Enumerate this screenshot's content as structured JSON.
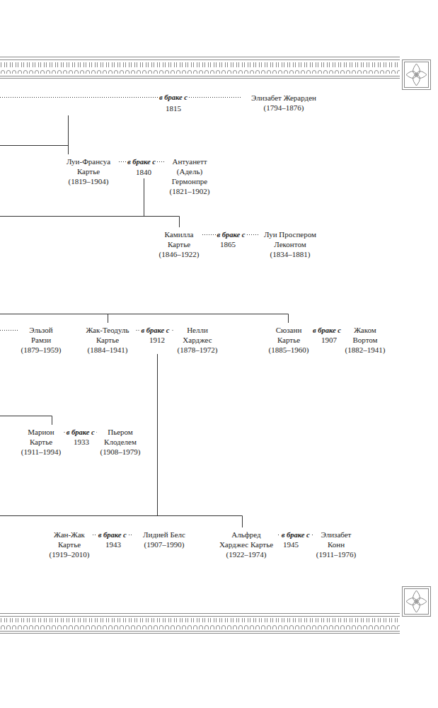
{
  "diagram": {
    "nodes": [
      {
        "text": [
          "Элизабет Жерарден",
          "(1794–1876)"
        ]
      },
      {
        "text": [
          "Луи-Франсуа Картье",
          "(1819–1904)"
        ]
      },
      {
        "text": [
          "Антуанетт (Адель) Гермонпре",
          "(1821–1902)"
        ]
      },
      {
        "text": [
          "Камилла Картье",
          "(1846–1922)"
        ]
      },
      {
        "text": [
          "Луи Проспером Леконтом",
          "(1834–1881)"
        ]
      },
      {
        "text": [
          "Эльзой Рамзи",
          "(1879–1959)"
        ]
      },
      {
        "text": [
          "Жак-Теодуль Картье",
          "(1884–1941)"
        ]
      },
      {
        "text": [
          "Нелли Харджес",
          "(1878–1972)"
        ]
      },
      {
        "text": [
          "Сюзанн Картье",
          "(1885–1960)"
        ]
      },
      {
        "text": [
          "Жаком Вортом",
          "(1882–1941)"
        ]
      },
      {
        "text": [
          "Марион Картье",
          "(1911–1994)"
        ]
      },
      {
        "text": [
          "Пьером Клоделем",
          "(1908–1979)"
        ]
      },
      {
        "text": [
          "Жан-Жак Картье",
          "(1919–2010)"
        ]
      },
      {
        "text": [
          "Лидией Белс",
          "(1907–1990)"
        ]
      },
      {
        "text": [
          "Альфред Харджес Картье",
          "(1922–1974)"
        ]
      },
      {
        "text": [
          "Элизабет Конн",
          "(1911–1976)"
        ]
      }
    ],
    "edges": [
      {
        "from": 1,
        "to": 2,
        "arrow": "none",
        "label": "в браке с"
      },
      {
        "from": 3,
        "to": 4,
        "arrow": "none",
        "label": "в браке с"
      },
      {
        "from": 6,
        "to": 7,
        "arrow": "none",
        "label": "в браке с"
      },
      {
        "from": 8,
        "to": 9,
        "arrow": "none",
        "label": "в браке с"
      },
      {
        "from": 10,
        "to": 11,
        "arrow": "none",
        "label": "в браке с"
      },
      {
        "from": 12,
        "to": 13,
        "arrow": "none",
        "label": "в браке с"
      },
      {
        "from": 14,
        "to": 15,
        "arrow": "none",
        "label": "в браке с"
      }
    ],
    "labels": [
      "в браке с",
      "1815",
      "1840",
      "1865",
      "1912",
      "1907",
      "1933",
      "1943",
      "1945"
    ]
  }
}
